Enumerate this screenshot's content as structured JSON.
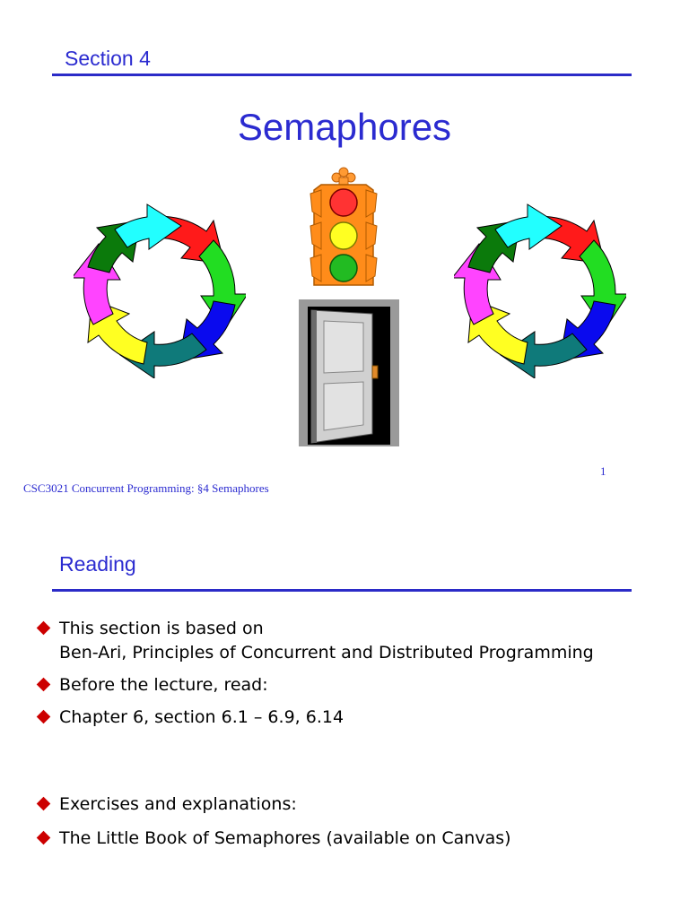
{
  "slide1": {
    "section_label": "Section 4",
    "title": "Semaphores",
    "footer": "CSC3021 Concurrent Programming: §4 Semaphores",
    "page_number": "1",
    "colors": {
      "accent": "#2b2bd0",
      "bullet": "#cc0000"
    },
    "illustrations": [
      "circular-arrows-left",
      "traffic-light",
      "open-door",
      "circular-arrows-right"
    ]
  },
  "slide2": {
    "title": "Reading",
    "bullets": [
      {
        "line1": "This section is based on",
        "line2": "Ben-Ari, Principles of Concurrent and Distributed Programming"
      },
      {
        "line1": "Before the lecture, read:"
      },
      {
        "line1": "Chapter 6, section 6.1 – 6.9, 6.14"
      },
      {
        "line1": "Exercises and explanations:"
      },
      {
        "line1": "The Little Book of Semaphores (available on Canvas)"
      }
    ]
  }
}
